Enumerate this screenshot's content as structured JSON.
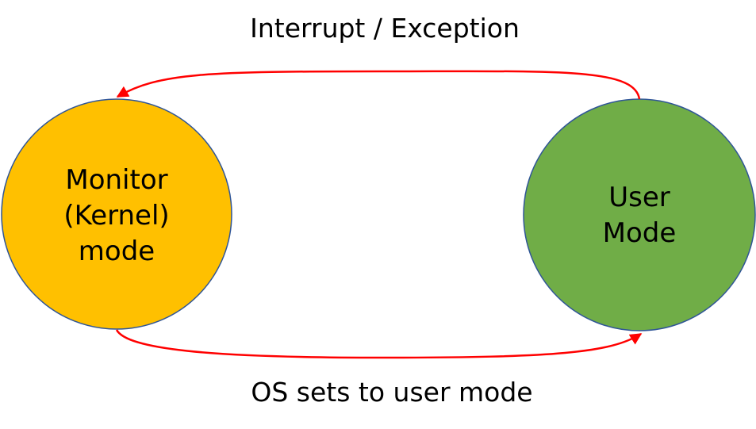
{
  "colors": {
    "monitor_fill": "#FFC000",
    "user_fill": "#70AD47",
    "node_stroke": "#2F5597",
    "arrow": "#FF0000"
  },
  "labels": {
    "top": "Interrupt / Exception",
    "bottom": "OS sets to user mode"
  },
  "nodes": {
    "monitor": {
      "lines": [
        "Monitor",
        "(Kernel)",
        "mode"
      ]
    },
    "user": {
      "lines": [
        "User",
        "Mode"
      ]
    }
  }
}
